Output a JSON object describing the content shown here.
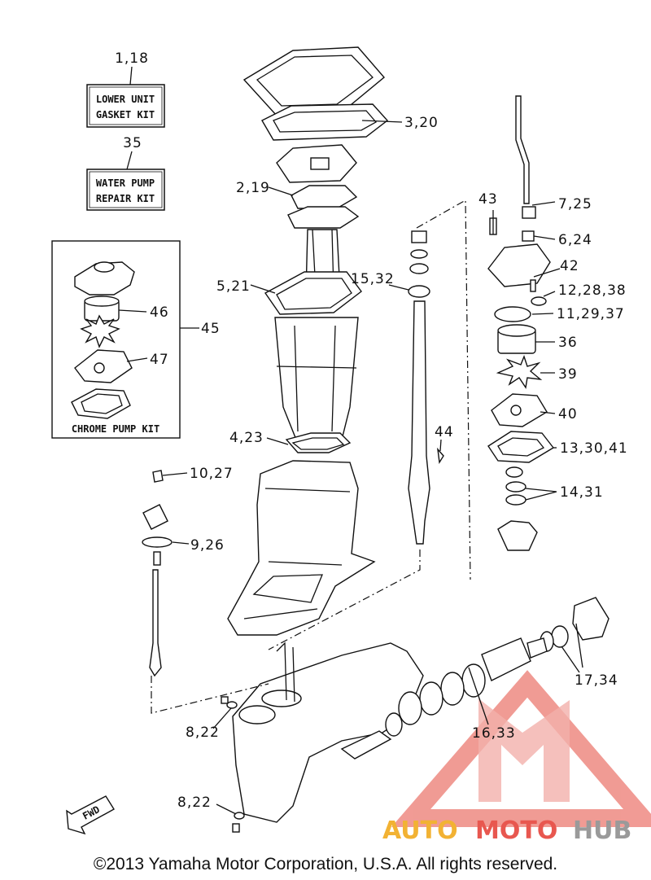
{
  "kits": {
    "gasket": {
      "ref": "1,18",
      "line1": "LOWER UNIT",
      "line2": "GASKET KIT"
    },
    "water": {
      "ref": "35",
      "line1": "WATER PUMP",
      "line2": "REPAIR KIT"
    },
    "chrome": {
      "ref": "45",
      "caption": "CHROME PUMP KIT"
    }
  },
  "callouts": [
    {
      "id": "3_20",
      "text": "3,20"
    },
    {
      "id": "2_19",
      "text": "2,19"
    },
    {
      "id": "5_21",
      "text": "5,21"
    },
    {
      "id": "15_32",
      "text": "15,32"
    },
    {
      "id": "43",
      "text": "43"
    },
    {
      "id": "7_25",
      "text": "7,25"
    },
    {
      "id": "6_24",
      "text": "6,24"
    },
    {
      "id": "42",
      "text": "42"
    },
    {
      "id": "12_28_38",
      "text": "12,28,38"
    },
    {
      "id": "11_29_37",
      "text": "11,29,37"
    },
    {
      "id": "36",
      "text": "36"
    },
    {
      "id": "39",
      "text": "39"
    },
    {
      "id": "40",
      "text": "40"
    },
    {
      "id": "13_30_41",
      "text": "13,30,41"
    },
    {
      "id": "14_31",
      "text": "14,31"
    },
    {
      "id": "46",
      "text": "46"
    },
    {
      "id": "47",
      "text": "47"
    },
    {
      "id": "4_23",
      "text": "4,23"
    },
    {
      "id": "44",
      "text": "44"
    },
    {
      "id": "10_27",
      "text": "10,27"
    },
    {
      "id": "9_26",
      "text": "9,26"
    },
    {
      "id": "17_34",
      "text": "17,34"
    },
    {
      "id": "16_33",
      "text": "16,33"
    },
    {
      "id": "8_22a",
      "text": "8,22"
    },
    {
      "id": "8_22b",
      "text": "8,22"
    }
  ],
  "fwd": "FWD",
  "copyright": "©2013 Yamaha Motor Corporation, U.S.A. All rights reserved.",
  "watermark": {
    "a": "AUTO",
    "b": "MOTO",
    "c": "HUB",
    "color_a": "#f2b233",
    "color_b": "#e8574f",
    "color_c": "#9a9a9a",
    "triangle": "#ee7a72"
  }
}
